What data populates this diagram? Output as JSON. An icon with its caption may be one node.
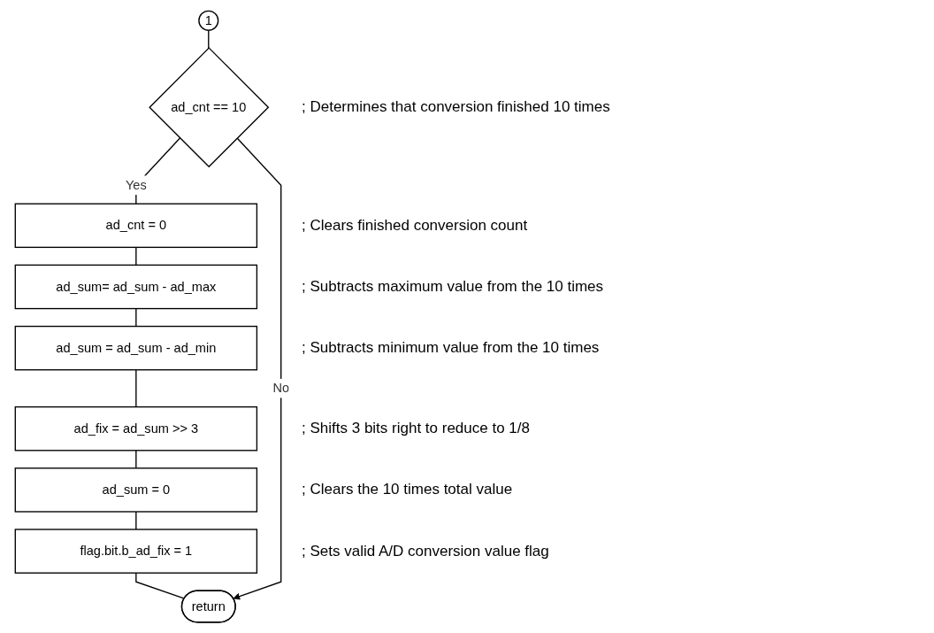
{
  "diagram": {
    "nodes": [
      {
        "text": [
          "1"
        ]
      },
      {
        "text": [
          "ad_cnt == 10"
        ],
        "beside": [
          "; Determines that conversion finished 10 times"
        ]
      },
      {
        "text": [
          "ad_cnt = 0"
        ],
        "beside": [
          "; Clears finished conversion count"
        ]
      },
      {
        "text": [
          "ad_sum= ad_sum - ad_max"
        ],
        "beside": [
          "; Subtracts maximum value from the 10 times"
        ]
      },
      {
        "text": [
          "ad_sum = ad_sum - ad_min"
        ],
        "beside": [
          "; Subtracts minimum value from the 10 times"
        ]
      },
      {
        "text": [
          "ad_fix = ad_sum >> 3"
        ],
        "beside": [
          "; Shifts 3 bits right to reduce to 1/8"
        ]
      },
      {
        "text": [
          "ad_sum = 0"
        ],
        "beside": [
          "; Clears the 10 times total value"
        ]
      },
      {
        "text": [
          "flag.bit.b_ad_fix = 1"
        ],
        "beside": [
          "; Sets valid A/D conversion value flag"
        ]
      },
      {
        "text": [
          "return"
        ]
      }
    ],
    "edges": [
      {
        "from": 0,
        "to": 1,
        "arrow": "none"
      },
      {
        "from": 1,
        "to": 2,
        "arrow": "none",
        "label": "Yes"
      },
      {
        "from": 2,
        "to": 3,
        "arrow": "none"
      },
      {
        "from": 3,
        "to": 4,
        "arrow": "none"
      },
      {
        "from": 4,
        "to": 5,
        "arrow": "none"
      },
      {
        "from": 5,
        "to": 6,
        "arrow": "none"
      },
      {
        "from": 6,
        "to": 7,
        "arrow": "none"
      },
      {
        "from": 7,
        "to": 8,
        "arrow": "none"
      },
      {
        "from": 1,
        "to": 8,
        "arrow": "to",
        "label": "No"
      }
    ]
  }
}
